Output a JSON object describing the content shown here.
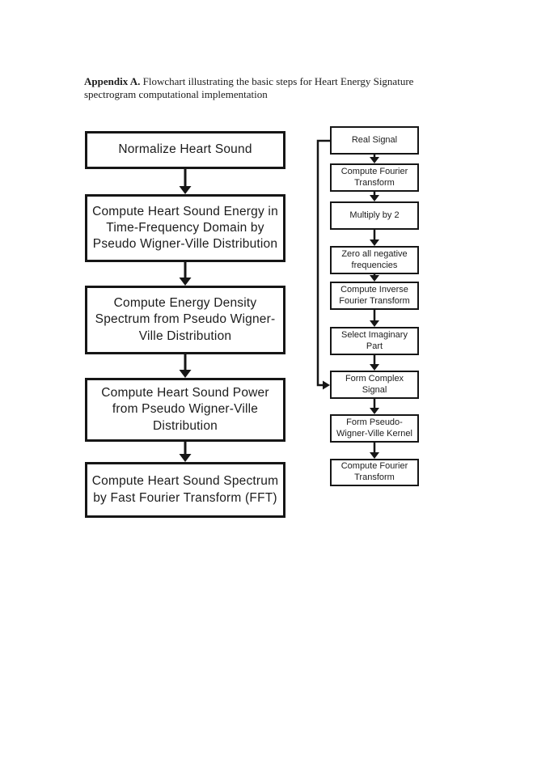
{
  "palette": {
    "ink": "#161616",
    "text": "#1c1c1c",
    "background": "#ffffff"
  },
  "caption": {
    "bold": "Appendix A.",
    "text": " Flowchart illustrating the basic steps for Heart Energy Signature\nspectrogram computational implementation"
  },
  "left_column": {
    "nodes": [
      {
        "label": "Normalize Heart Sound"
      },
      {
        "label": "Compute Heart Sound Energy in\nTime-Frequency Domain by\nPseudo Wigner-Ville Distribution"
      },
      {
        "label": "Compute Energy Density\nSpectrum from Pseudo Wigner-\nVille Distribution"
      },
      {
        "label": "Compute Heart Sound Power\nfrom Pseudo Wigner-Ville\nDistribution"
      },
      {
        "label": "Compute Heart Sound Spectrum\nby Fast Fourier Transform (FFT)"
      }
    ]
  },
  "right_column": {
    "nodes": [
      {
        "label": "Real Signal"
      },
      {
        "label": "Compute Fourier\nTransform"
      },
      {
        "label": "Multiply by 2"
      },
      {
        "label": "Zero all negative\nfrequencies"
      },
      {
        "label": "Compute Inverse\nFourier Transform"
      },
      {
        "label": "Select Imaginary\nPart"
      },
      {
        "label": "Form Complex\nSignal"
      },
      {
        "label": "Form Pseudo-\nWigner-Ville Kernel"
      },
      {
        "label": "Compute Fourier\nTransform"
      }
    ]
  }
}
